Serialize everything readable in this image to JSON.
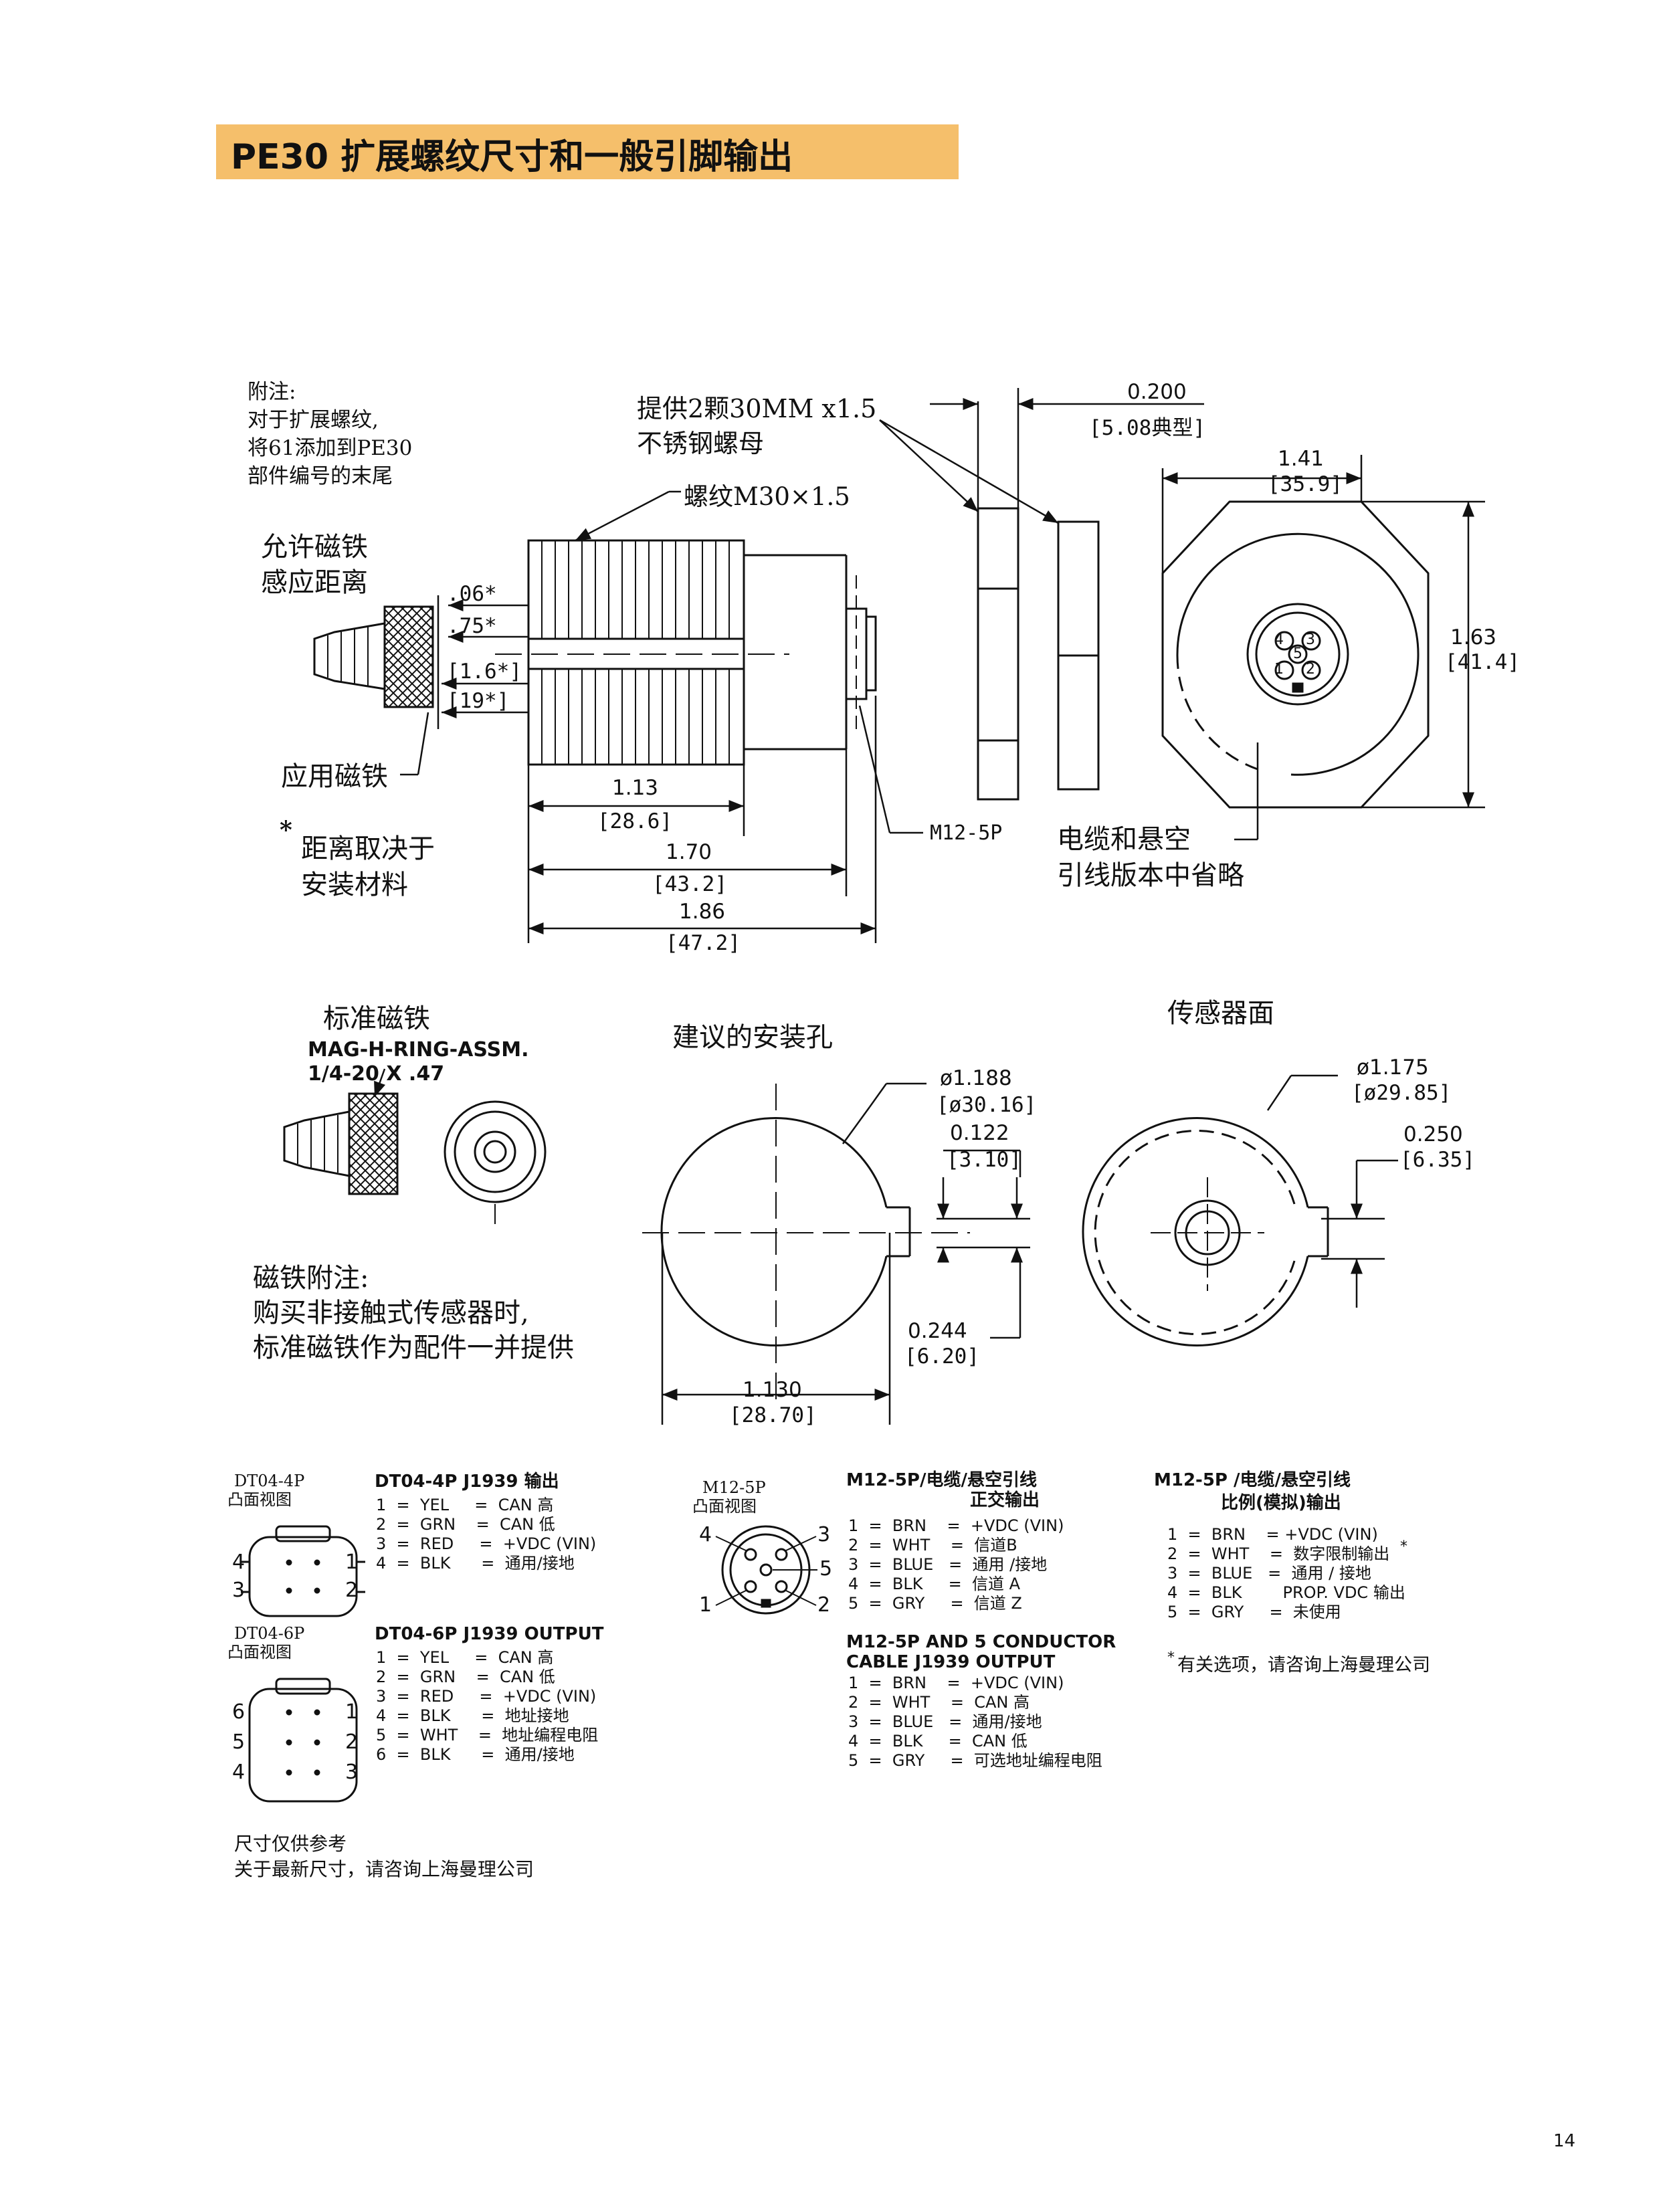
{
  "title": "PE30 扩展螺纹尺寸和一般引脚输出",
  "drawing_top": {
    "note_title": "附注:",
    "note_lines": [
      "对于扩展螺纹,",
      "将61添加到PE30",
      "部件编号的末尾"
    ],
    "magnet_range": [
      "允许磁铁",
      "感应距离"
    ],
    "dim_06": ".06*",
    "dim_75": ".75*",
    "dim_16": "[1.6*]",
    "dim_19": "[19*]",
    "applied_magnet": "应用磁铁",
    "footnote_mark": "*",
    "footnote": [
      "距离取决于",
      "安装材料"
    ],
    "thread": "螺纹M30×1.5",
    "nuts": [
      "提供2颗30MM x1.5",
      "不锈钢螺母"
    ],
    "dim_113": "1.13",
    "dim_286": "[28.6]",
    "dim_170": "1.70",
    "dim_432": "[43.2]",
    "dim_186": "1.86",
    "dim_472": "[47.2]",
    "m12": "M12-5P",
    "dim_0200": "0.200",
    "dim_508": "[5.08典型]",
    "dim_141": "1.41",
    "dim_359": "[35.9]",
    "dim_163": "1.63",
    "dim_414": "[41.4]",
    "cable_note": [
      "电缆和悬空",
      "引线版本中省略"
    ]
  },
  "drawing_mid": {
    "std_magnet": "标准磁铁",
    "mag_part": [
      "MAG-H-RING-ASSM.",
      "1/4-20 X .47"
    ],
    "mounting_hole": "建议的安装孔",
    "dia_1188": "ø1.188",
    "dia_3016": "[ø30.16]",
    "dim_0122": "0.122",
    "dim_310": "[3.10]",
    "dim_0244": "0.244",
    "dim_620": "[6.20]",
    "dim_1130": "1.130",
    "dim_2870": "[28.70]",
    "sensor_face": "传感器面",
    "dia_1175": "ø1.175",
    "dia_2985": "[ø29.85]",
    "dim_0250": "0.250",
    "dim_635": "[6.35]",
    "magnet_notes": [
      "磁铁附注:",
      "购买非接触式传感器时,",
      "标准磁铁作为配件一并提供"
    ]
  },
  "connectors": {
    "dt04_4p": {
      "name": "DT04-4P",
      "view": "凸面视图",
      "pins_left": [
        "4",
        "3"
      ],
      "pins_right": [
        "1",
        "2"
      ]
    },
    "dt04_6p": {
      "name": "DT04-6P",
      "view": "凸面视图",
      "pins_left": [
        "6",
        "5",
        "4"
      ],
      "pins_right": [
        "1",
        "2",
        "3"
      ]
    },
    "m12_5p": {
      "name": "M12-5P",
      "view": "凸面视图",
      "p4": "4",
      "p3": "3",
      "p5": "5",
      "p1": "1",
      "p2": "2"
    }
  },
  "tables": {
    "dt04_4p_j1939": {
      "title": "DT04-4P J1939 输出",
      "rows": [
        "1  =  YEL     =  CAN 高",
        "2  =  GRN    =  CAN 低",
        "3  =  RED     =  +VDC (VIN)",
        "4  =  BLK      =  通用/接地"
      ]
    },
    "dt04_6p_j1939": {
      "title": "DT04-6P J1939 OUTPUT",
      "rows": [
        "1  =  YEL     =  CAN 高",
        "2  =  GRN    =  CAN 低",
        "3  =  RED     =  +VDC (VIN)",
        "4  =  BLK      =  地址接地",
        "5  =  WHT    =  地址编程电阻",
        "6  =  BLK      =  通用/接地"
      ]
    },
    "m12_quad": {
      "title": [
        "M12-5P/电缆/悬空引线",
        "正交输出"
      ],
      "rows": [
        "1  =  BRN    =  +VDC (VIN)",
        "2  =  WHT    =  信道B",
        "3  =  BLUE   =  通用 /接地",
        "4  =  BLK     =  信道 A",
        "5  =  GRY     =  信道 Z"
      ]
    },
    "m12_5cond": {
      "title": [
        "M12-5P AND 5 CONDUCTOR",
        "CABLE J1939 OUTPUT"
      ],
      "rows": [
        "1  =  BRN    =  +VDC (VIN)",
        "2  =  WHT    =  CAN 高",
        "3  =  BLUE   =  通用/接地",
        "4  =  BLK     =  CAN 低",
        "5  =  GRY     =  可选地址编程电阻"
      ]
    },
    "m12_prop": {
      "title": [
        "M12-5P /电缆/悬空引线",
        "比例(模拟)输出"
      ],
      "rows": [
        "1  =  BRN    = +VDC (VIN)",
        "2  =  WHT    =  数字限制输出",
        "3  =  BLUE   =  通用 / 接地",
        "4  =  BLK        PROP. VDC 输出",
        "5  =  GRY     =  未使用"
      ],
      "asterisk": "*",
      "note_mark": "*",
      "note": "有关选项，请咨询上海曼理公司"
    }
  },
  "footer": {
    "lines": [
      "尺寸仅供参考",
      "关于最新尺寸，请咨询上海曼理公司"
    ],
    "page": "14"
  }
}
